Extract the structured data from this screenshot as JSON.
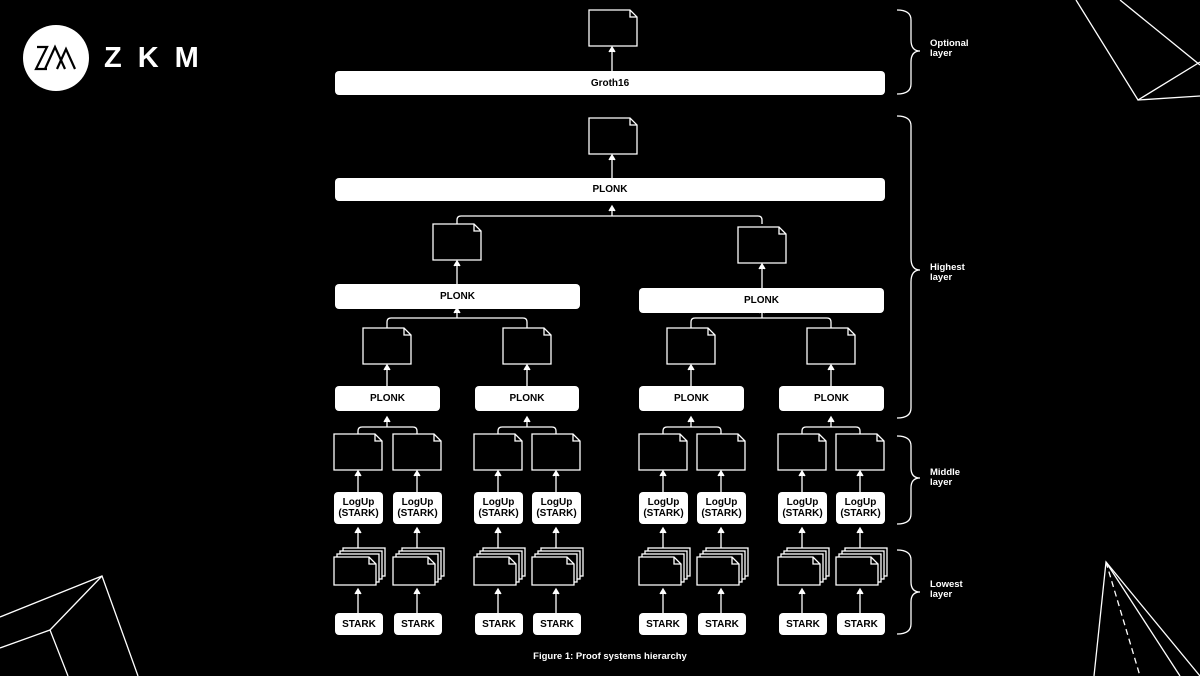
{
  "brand": {
    "name": "ZKM"
  },
  "figure_caption": "Figure 1: Proof systems hierarchy",
  "layers": {
    "optional": "Optional layer",
    "highest": "Highest layer",
    "middle": "Middle layer",
    "lowest": "Lowest layer"
  },
  "nodes": {
    "groth16": "Groth16",
    "plonk": "PLONK",
    "logup_stark": "LogUp (STARK)",
    "stark": "STARK"
  },
  "colors": {
    "background": "#000000",
    "foreground": "#ffffff"
  }
}
